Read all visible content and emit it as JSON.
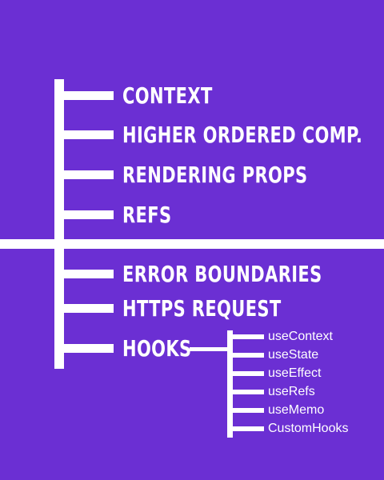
{
  "colors": {
    "background": "#6b2fd3",
    "foreground": "#ffffff"
  },
  "diagram": {
    "main_branches": [
      {
        "label": "CONTEXT"
      },
      {
        "label": "HIGHER ORDERED COMP."
      },
      {
        "label": "RENDERING PROPS"
      },
      {
        "label": "REFS"
      },
      {
        "label": "ERROR BOUNDARIES"
      },
      {
        "label": "HTTPS REQUEST"
      },
      {
        "label": "HOOKS"
      }
    ],
    "hook_branches": [
      {
        "label": "useContext"
      },
      {
        "label": "useState"
      },
      {
        "label": "useEffect"
      },
      {
        "label": "useRefs"
      },
      {
        "label": "useMemo"
      },
      {
        "label": "CustomHooks"
      }
    ]
  }
}
